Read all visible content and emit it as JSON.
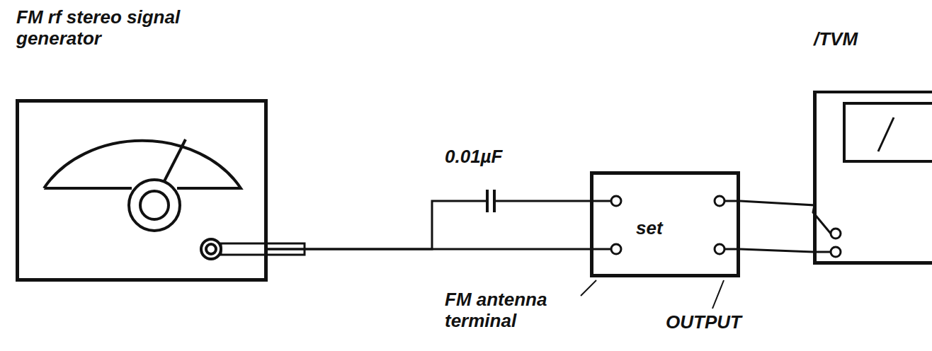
{
  "diagram": {
    "nodes": [
      {
        "text": [
          "FM rf stereo signal generator"
        ]
      },
      {
        "text": [
          "set"
        ]
      },
      {
        "text": [
          "/TVM"
        ]
      }
    ],
    "edges": [
      {
        "from": 0,
        "to": 1,
        "arrow": "none"
      },
      {
        "from": 0,
        "to": 1,
        "arrow": "none"
      },
      {
        "from": 1,
        "to": 2,
        "arrow": "none"
      },
      {
        "from": 1,
        "to": 2,
        "arrow": "none"
      }
    ],
    "labels": [
      "0.01µF",
      "FM antenna terminal",
      "OUTPUT"
    ]
  }
}
